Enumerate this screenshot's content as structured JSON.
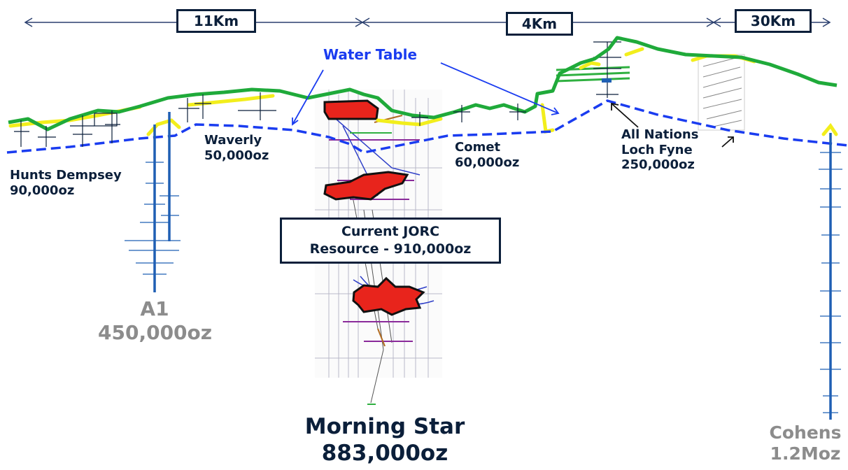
{
  "distances": [
    {
      "label": "11Km"
    },
    {
      "label": "4Km"
    },
    {
      "label": "30Km"
    }
  ],
  "labels": {
    "water_table": "Water Table",
    "hunts_name": "Hunts Dempsey",
    "hunts_oz": "90,000oz",
    "waverly_name": "Waverly",
    "waverly_oz": "50,000oz",
    "comet_name": "Comet",
    "comet_oz": "60,000oz",
    "allnations_line1": "All Nations",
    "allnations_line2": "Loch Fyne",
    "allnations_oz": "250,000oz",
    "a1_name": "A1",
    "a1_oz": "450,000oz",
    "jorc_line1": "Current JORC",
    "jorc_line2": "Resource - 910,000oz",
    "morningstar_name": "Morning Star",
    "morningstar_oz": "883,000oz",
    "cohens_name": "Cohens",
    "cohens_oz": "1.2Moz"
  },
  "colors": {
    "surface": "#1faa3a",
    "highlight": "#f2ee1c",
    "water_table": "#1a3cf0",
    "drillhole": "#1f5fb4",
    "orebody": "#e8241c",
    "text_dark": "#0b1f3a",
    "text_grey": "#8c8c8c"
  }
}
